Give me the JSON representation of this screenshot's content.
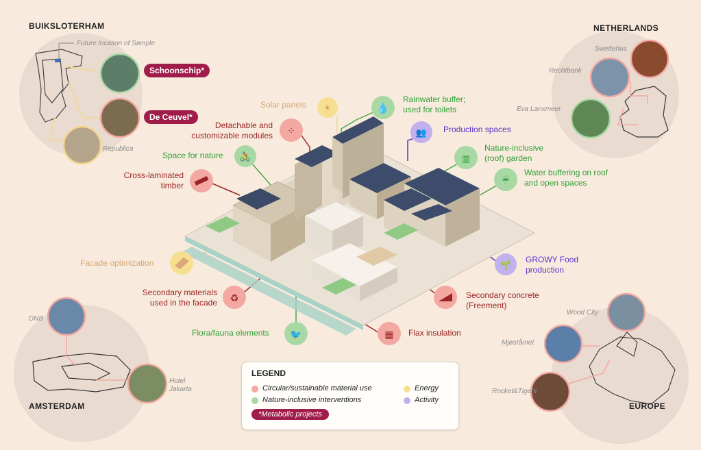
{
  "regions": {
    "buiksloterham": "BUIKSLOTERHAM",
    "netherlands": "NETHERLANDS",
    "amsterdam": "AMSTERDAM",
    "europe": "EUROPE"
  },
  "captions": {
    "future_location": "Future location of Sample",
    "republica": "Republica",
    "swettehus": "Swettehus",
    "rechtbank": "Rechtbank",
    "eva_lanxmeer": "Eva Lanxmeer",
    "dnb": "DNB",
    "hotel_jakarta": "Hotel Jakarta",
    "wood_city": "Wood City",
    "mjostarnet": "Mjøstårnet",
    "rocket_tigerli": "Rocket&Tigerli"
  },
  "pills": {
    "schoonschip": "Schoonschip*",
    "de_ceuvel": "De Ceuvel*"
  },
  "labels": {
    "solar_panels": "Solar panels",
    "rainwater_buffer": "Rainwater buffer; used for toilets",
    "production_spaces": "Production spaces",
    "detachable_modules": "Detachable and customizable modules",
    "space_for_nature": "Space for nature",
    "nature_inclusive_garden": "Nature-inclusive (roof) garden",
    "cross_laminated_timber": "Cross-laminated timber",
    "water_buffering": "Water buffering on roof and open spaces",
    "facade_optimization": "Facade optimization",
    "growy": "GROWY Food production",
    "secondary_materials": "Secondary materials used in the facade",
    "secondary_concrete": "Secondary concrete (Freement)",
    "flora_fauna": "Flora/fauna elements",
    "flax_insulation": "Flax insulation"
  },
  "legend": {
    "title": "LEGEND",
    "items": [
      {
        "label": "Circular/sustainable material use",
        "color": "#f3a8a2"
      },
      {
        "label": "Energy",
        "color": "#f7df91"
      },
      {
        "label": "Nature-inclusive interventions",
        "color": "#a8d8a4"
      },
      {
        "label": "Activity",
        "color": "#c2b1ec"
      }
    ],
    "metabolic_projects": "*Metabolic projects"
  },
  "colors": {
    "circular": "#9a2424",
    "energy": "#d4a574",
    "nature": "#2f9e36",
    "activity": "#5a32c8",
    "pill": "#a01c4b",
    "background": "#f8ebde"
  }
}
